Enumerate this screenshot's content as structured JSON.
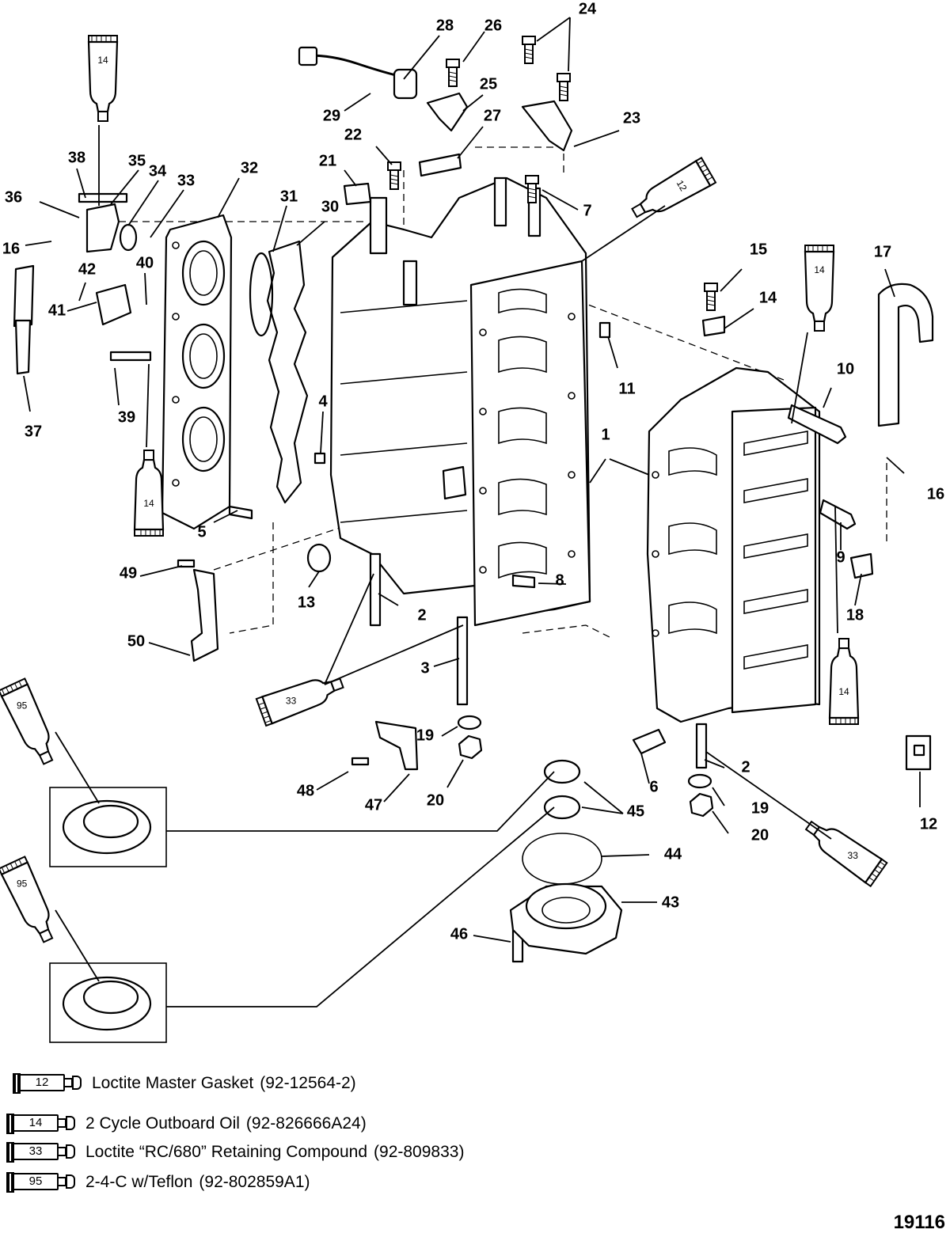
{
  "diagram": {
    "callouts": [
      "1",
      "1",
      "2",
      "2",
      "3",
      "4",
      "5",
      "6",
      "7",
      "8",
      "9",
      "10",
      "11",
      "12",
      "13",
      "14",
      "15",
      "16",
      "16",
      "17",
      "18",
      "19",
      "19",
      "20",
      "20",
      "21",
      "22",
      "23",
      "24",
      "25",
      "26",
      "27",
      "28",
      "29",
      "30",
      "31",
      "32",
      "33",
      "34",
      "35",
      "36",
      "37",
      "38",
      "39",
      "40",
      "41",
      "42",
      "43",
      "44",
      "45",
      "46",
      "47",
      "48",
      "49",
      "50"
    ],
    "tube_labels": {
      "t12": "12",
      "t14": "14",
      "t33": "33",
      "t95": "95"
    }
  },
  "legend": [
    {
      "num": "12",
      "text": "Loctite Master Gasket",
      "part_number": "(92-12564-2)"
    },
    {
      "num": "14",
      "text": "2 Cycle Outboard Oil",
      "part_number": "(92-826666A24)"
    },
    {
      "num": "33",
      "text": "Loctite “RC/680” Retaining Compound",
      "part_number": "(92-809833)"
    },
    {
      "num": "95",
      "text": "2-4-C w/Teflon",
      "part_number": "(92-802859A1)"
    }
  ],
  "figure_number": "19116"
}
